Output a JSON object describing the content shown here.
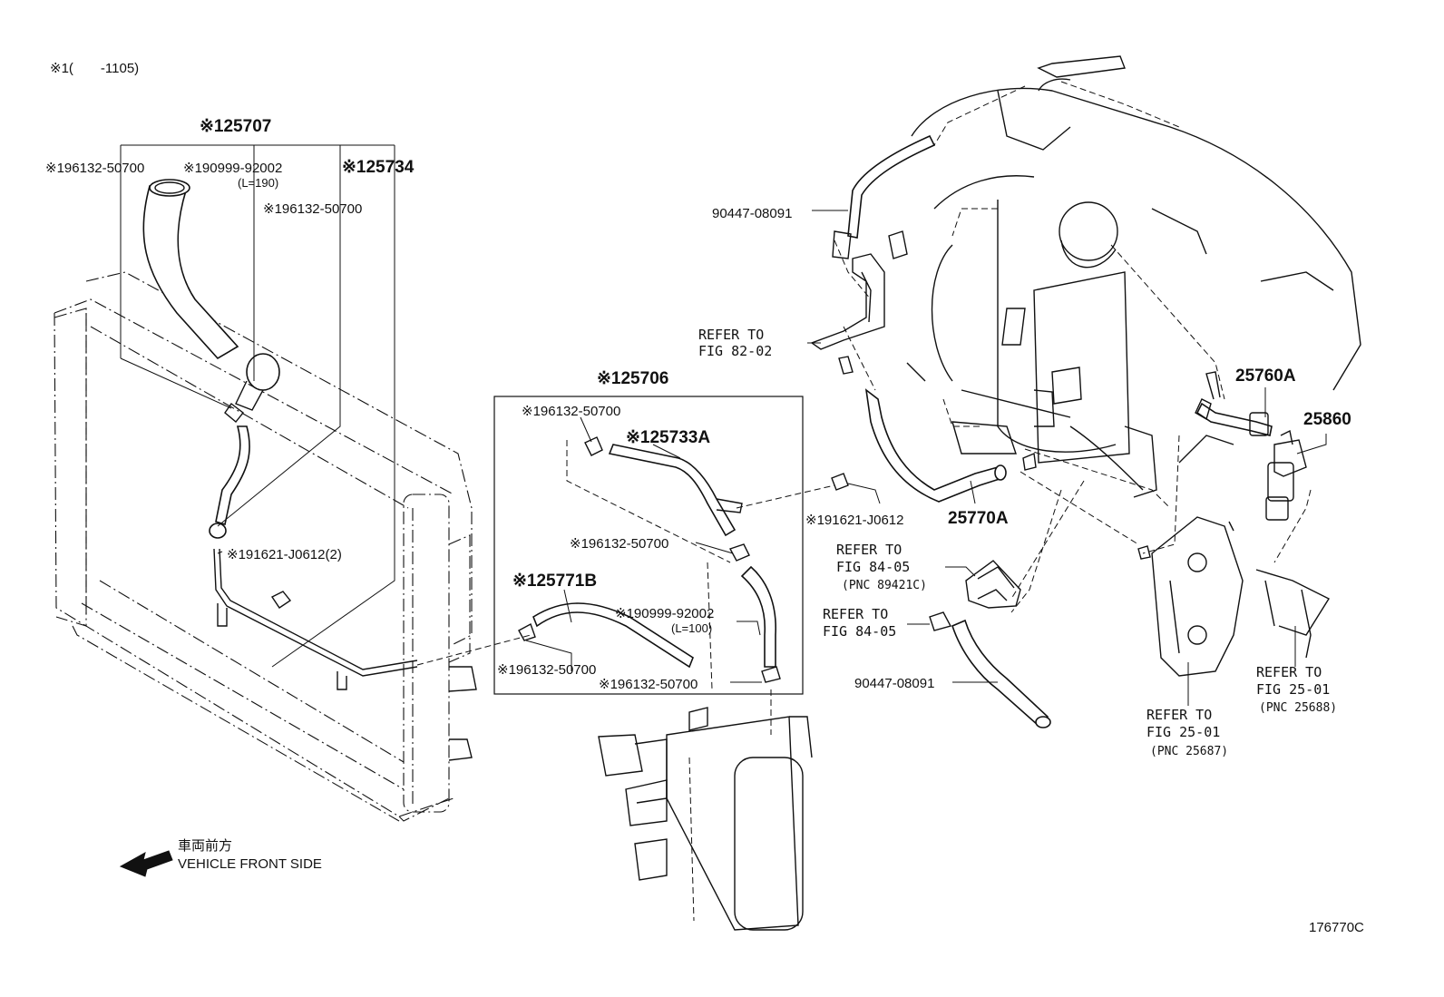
{
  "header": {
    "note": "※1(　　-1105)"
  },
  "labels": {
    "p25707": "※125707",
    "p96132_a": "※196132-50700",
    "p90999_a": "※190999-92002",
    "p90999_a_len": "(L=190)",
    "p25734": "※125734",
    "p96132_b": "※196132-50700",
    "p91621_a": "※191621-J0612(2)",
    "p25706": "※125706",
    "p96132_c": "※196132-50700",
    "p25733A": "※125733A",
    "p96132_d": "※196132-50700",
    "p25771B": "※125771B",
    "p90999_b": "※190999-92002",
    "p90999_b_len": "(L=100)",
    "p96132_e": "※196132-50700",
    "p96132_f": "※196132-50700",
    "p91621_b": "※191621-J0612",
    "p90447_a": "90447-08091",
    "p90447_b": "90447-08091",
    "p25770A": "25770A",
    "p25760A": "25760A",
    "p25860": "25860",
    "ref_8202_l1": "REFER TO",
    "ref_8202_l2": "FIG 82-02",
    "ref_8405a_l1": "REFER TO",
    "ref_8405a_l2": "FIG 84-05",
    "ref_8405a_l3": "(PNC 89421C)",
    "ref_8405b_l1": "REFER TO",
    "ref_8405b_l2": "FIG 84-05",
    "ref_2501a_l1": "REFER TO",
    "ref_2501a_l2": "FIG 25-01",
    "ref_2501a_l3": "(PNC 25688)",
    "ref_2501b_l1": "REFER TO",
    "ref_2501b_l2": "FIG 25-01",
    "ref_2501b_l3": "(PNC 25687)"
  },
  "direction": {
    "jp": "車両前方",
    "en": "VEHICLE FRONT SIDE",
    "icon": "arrow-left-icon"
  },
  "figure_id": "176770C"
}
